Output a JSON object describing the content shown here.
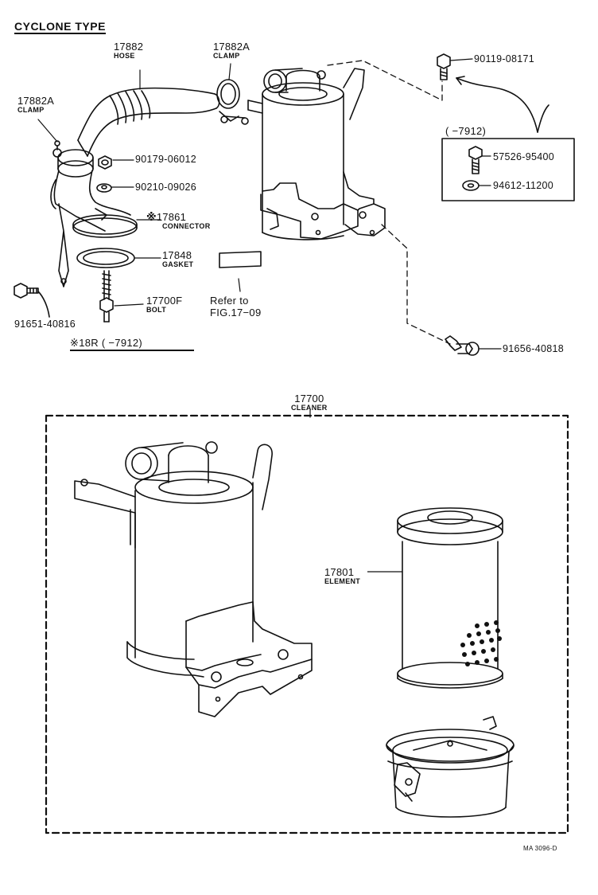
{
  "title": "CYCLONE TYPE",
  "parts": {
    "hose": {
      "number": "17882",
      "name": "HOSE"
    },
    "clamp_top": {
      "number": "17882A",
      "name": "CLAMP"
    },
    "clamp_left": {
      "number": "17882A",
      "name": "CLAMP"
    },
    "connector": {
      "mark": "※",
      "number": "17861",
      "name": "CONNECTOR"
    },
    "gasket": {
      "number": "17848",
      "name": "GASKET"
    },
    "bolt": {
      "number": "17700F",
      "name": "BOLT"
    },
    "cleaner": {
      "number": "17700",
      "name": "CLEANER"
    },
    "element": {
      "number": "17801",
      "name": "ELEMENT"
    }
  },
  "part_numbers": {
    "nut": "90179-06012",
    "washer": "90210-09026",
    "bolt_left": "91651-40816",
    "bolt_top": "90119-08171",
    "bolt_box": "57526-95400",
    "washer_box": "94612-11200",
    "bolt_right": "91656-40818"
  },
  "inset_box_label": "(      −7912)",
  "refer": {
    "line1": "Refer to",
    "line2": "FIG.17−09"
  },
  "footnote": "※18R (      −7912)",
  "code": "MA  3096-D"
}
